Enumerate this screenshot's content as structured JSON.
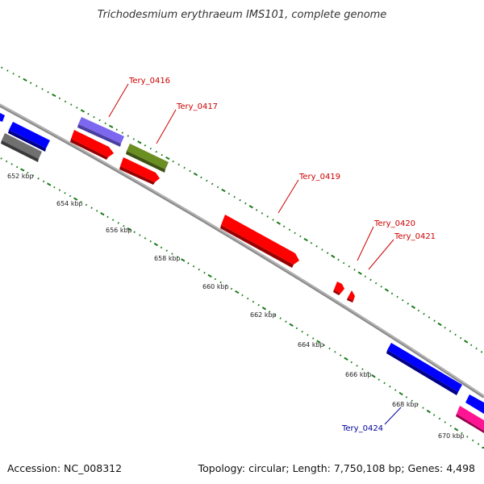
{
  "title": "Trichodesmium erythraeum IMS101, complete genome",
  "footer": {
    "accession": "Accession: NC_008312",
    "summary": "Topology: circular; Length: 7,750,108 bp; Genes: 4,498"
  },
  "colors": {
    "backbone": "#8c8c8c",
    "tick": "#1a7a1a",
    "forward_label": "#cc0000",
    "reverse_label": "#000099"
  },
  "position_labels": [
    "652 kbp",
    "654 kbp",
    "656 kbp",
    "658 kbp",
    "660 kbp",
    "662 kbp",
    "664 kbp",
    "666 kbp",
    "668 kbp",
    "670 kbp"
  ],
  "gene_labels": [
    {
      "name": "Tery_0416",
      "strand": "forward"
    },
    {
      "name": "Tery_0417",
      "strand": "forward"
    },
    {
      "name": "Tery_0419",
      "strand": "forward"
    },
    {
      "name": "Tery_0420",
      "strand": "forward"
    },
    {
      "name": "Tery_0421",
      "strand": "forward"
    },
    {
      "name": "Tery_0424",
      "strand": "reverse"
    }
  ]
}
